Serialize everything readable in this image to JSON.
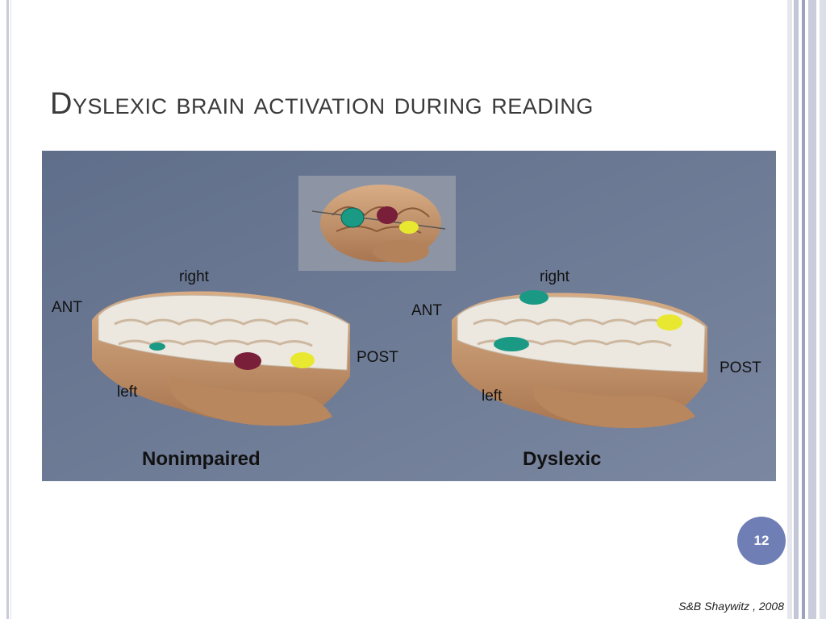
{
  "slide": {
    "title": "Dyslexic brain activation during reading",
    "page_number": "12",
    "citation": "S&B Shaywitz , 2008"
  },
  "figure": {
    "left_panel": {
      "caption": "Nonimpaired",
      "label_right": "right",
      "label_ant": "ANT",
      "label_post": "POST",
      "label_left": "left"
    },
    "right_panel": {
      "caption": "Dyslexic",
      "label_right": "right",
      "label_ant": "ANT",
      "label_post": "POST",
      "label_left": "left"
    }
  },
  "colors": {
    "figure_background": "#6d7a94",
    "brain_tissue": "#c99b73",
    "white_matter": "#ece8e0",
    "teal_region": "#1a9a84",
    "maroon_region": "#7a1f3a",
    "yellow_region": "#e8e830",
    "accent_badge": "#6f7fb6"
  }
}
